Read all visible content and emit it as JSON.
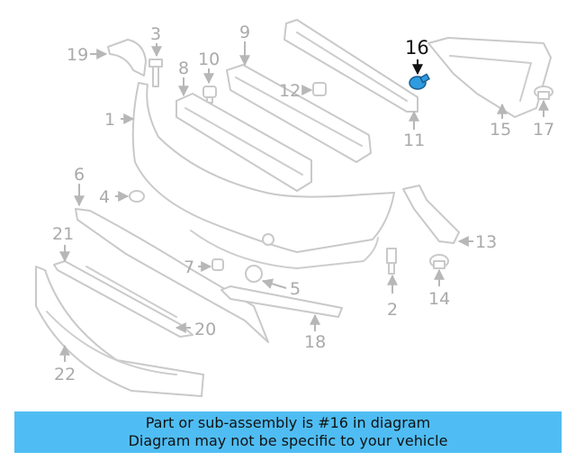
{
  "callouts": [
    "1",
    "2",
    "3",
    "4",
    "5",
    "6",
    "7",
    "8",
    "9",
    "10",
    "11",
    "12",
    "13",
    "14",
    "15",
    "16",
    "17",
    "18",
    "19",
    "20",
    "21",
    "22"
  ],
  "highlight": "16",
  "colors": {
    "highlight_part": "#2f9be0",
    "banner": "#4fbdf3",
    "dim": "#c9c9c9"
  },
  "banner": {
    "line1": "Part or sub-assembly is #16 in diagram",
    "line2": "Diagram may not be specific to your vehicle"
  }
}
